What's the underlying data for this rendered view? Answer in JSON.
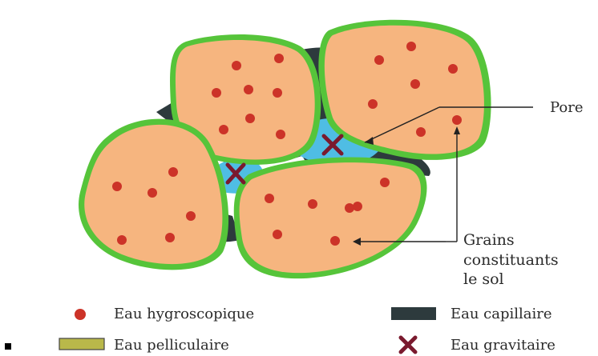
{
  "labels": {
    "pore": "Pore",
    "grains": [
      "Grains",
      "constituants",
      "le sol"
    ]
  },
  "legend": {
    "hygroscopique": "Eau hygroscopique",
    "capillaire": "Eau capillaire",
    "pelliculaire": "Eau pelliculaire",
    "gravitaire": "Eau gravitaire"
  },
  "colors": {
    "grain_fill": "#f6b57f",
    "grain_outline": "#56c43a",
    "hygroscopic_dot": "#cc3328",
    "capillary_water": "#2d3a3d",
    "gravitational_water": "#4fbde4",
    "gravitational_cross": "#7a1a2e",
    "pellicular_swatch": "#b9b84a"
  },
  "icons": {
    "hygroscopic": "red-dot-icon",
    "capillary": "dark-bar-icon",
    "pellicular": "olive-bar-icon",
    "gravitational": "cross-icon"
  }
}
